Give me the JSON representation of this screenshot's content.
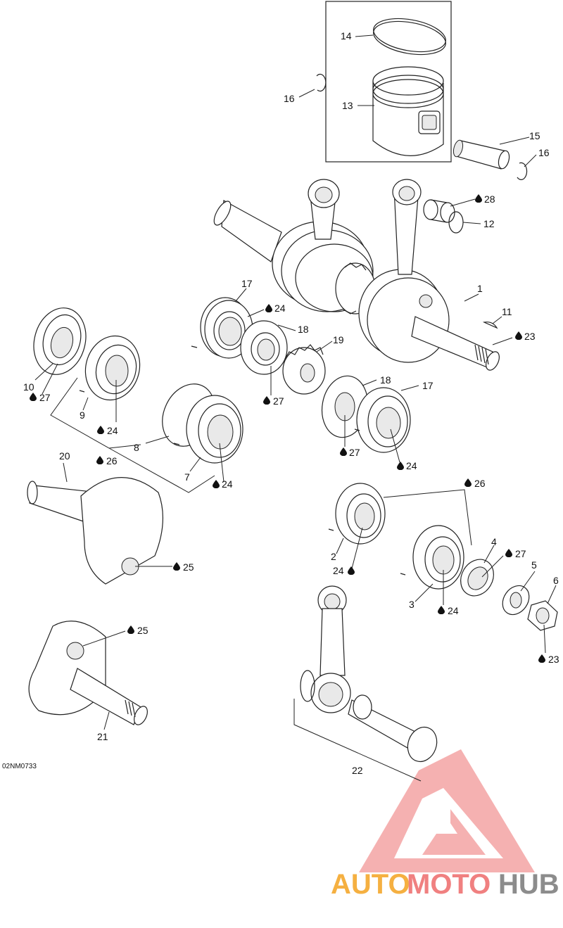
{
  "diagram_code": "02NM0733",
  "watermark": {
    "word_part1": "AUTO",
    "word_part2": "MOTO",
    "word_part3": "HUB",
    "color_orange": "#f5b041",
    "color_red": "#f08080",
    "color_gray": "#8c8c8c"
  },
  "callouts": [
    {
      "id": "c14",
      "num": "14",
      "drop": false
    },
    {
      "id": "c16a",
      "num": "16",
      "drop": false
    },
    {
      "id": "c13",
      "num": "13",
      "drop": false
    },
    {
      "id": "c15",
      "num": "15",
      "drop": false
    },
    {
      "id": "c16b",
      "num": "16",
      "drop": false
    },
    {
      "id": "c28",
      "num": "28",
      "drop": true
    },
    {
      "id": "c12",
      "num": "12",
      "drop": false
    },
    {
      "id": "c1",
      "num": "1",
      "drop": false
    },
    {
      "id": "c17a",
      "num": "17",
      "drop": false
    },
    {
      "id": "c24a",
      "num": "24",
      "drop": true
    },
    {
      "id": "c18a",
      "num": "18",
      "drop": false
    },
    {
      "id": "c11",
      "num": "11",
      "drop": false
    },
    {
      "id": "c23a",
      "num": "23",
      "drop": true
    },
    {
      "id": "c19",
      "num": "19",
      "drop": false
    },
    {
      "id": "c10",
      "num": "10",
      "drop": false
    },
    {
      "id": "c27a",
      "num": "27",
      "drop": true
    },
    {
      "id": "c9",
      "num": "9",
      "drop": false
    },
    {
      "id": "c27b",
      "num": "27",
      "drop": true
    },
    {
      "id": "c18b",
      "num": "18",
      "drop": false
    },
    {
      "id": "c17b",
      "num": "17",
      "drop": false
    },
    {
      "id": "c24b",
      "num": "24",
      "drop": true
    },
    {
      "id": "c8",
      "num": "8",
      "drop": false
    },
    {
      "id": "c26a",
      "num": "26",
      "drop": true
    },
    {
      "id": "c27c",
      "num": "27",
      "drop": true
    },
    {
      "id": "c24c",
      "num": "24",
      "drop": true
    },
    {
      "id": "c7",
      "num": "7",
      "drop": false
    },
    {
      "id": "c24d",
      "num": "24",
      "drop": true
    },
    {
      "id": "c20",
      "num": "20",
      "drop": false
    },
    {
      "id": "c26b",
      "num": "26",
      "drop": true
    },
    {
      "id": "c25a",
      "num": "25",
      "drop": true
    },
    {
      "id": "c2",
      "num": "2",
      "drop": false
    },
    {
      "id": "c4",
      "num": "4",
      "drop": false
    },
    {
      "id": "c27d",
      "num": "27",
      "drop": true
    },
    {
      "id": "c24e",
      "num": "24",
      "drop": true
    },
    {
      "id": "c5",
      "num": "5",
      "drop": false
    },
    {
      "id": "c6",
      "num": "6",
      "drop": false
    },
    {
      "id": "c3",
      "num": "3",
      "drop": false
    },
    {
      "id": "c24f",
      "num": "24",
      "drop": true
    },
    {
      "id": "c25b",
      "num": "25",
      "drop": true
    },
    {
      "id": "c23b",
      "num": "23",
      "drop": true
    },
    {
      "id": "c21",
      "num": "21",
      "drop": false
    },
    {
      "id": "c22",
      "num": "22",
      "drop": false
    }
  ]
}
